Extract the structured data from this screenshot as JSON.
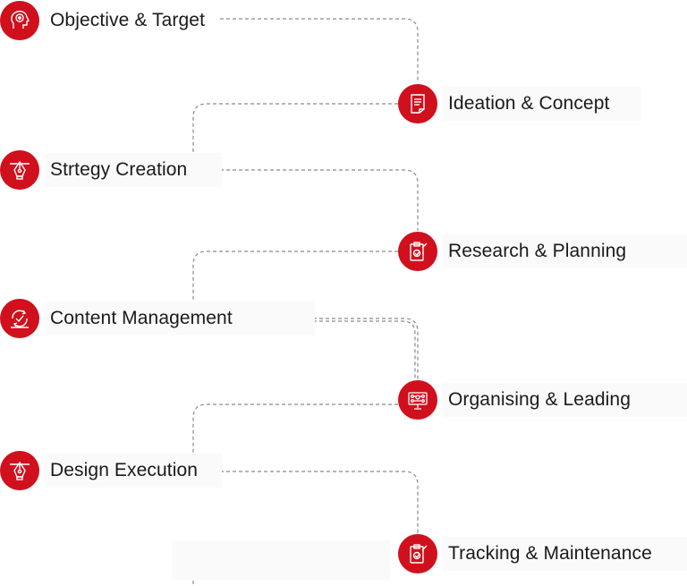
{
  "accent_color": "#d0101d",
  "steps": [
    {
      "label": "Objective & Target",
      "icon": "target-head-icon"
    },
    {
      "label": "Ideation & Concept",
      "icon": "document-icon"
    },
    {
      "label": "Strtegy Creation",
      "icon": "pen-tool-icon"
    },
    {
      "label": "Research & Planning",
      "icon": "clipboard-icon"
    },
    {
      "label": "Content Management",
      "icon": "cycle-check-icon"
    },
    {
      "label": "Organising & Leading",
      "icon": "network-board-icon"
    },
    {
      "label": "Design Execution",
      "icon": "pen-tool-icon"
    },
    {
      "label": "Tracking & Maintenance",
      "icon": "clipboard-icon"
    }
  ]
}
